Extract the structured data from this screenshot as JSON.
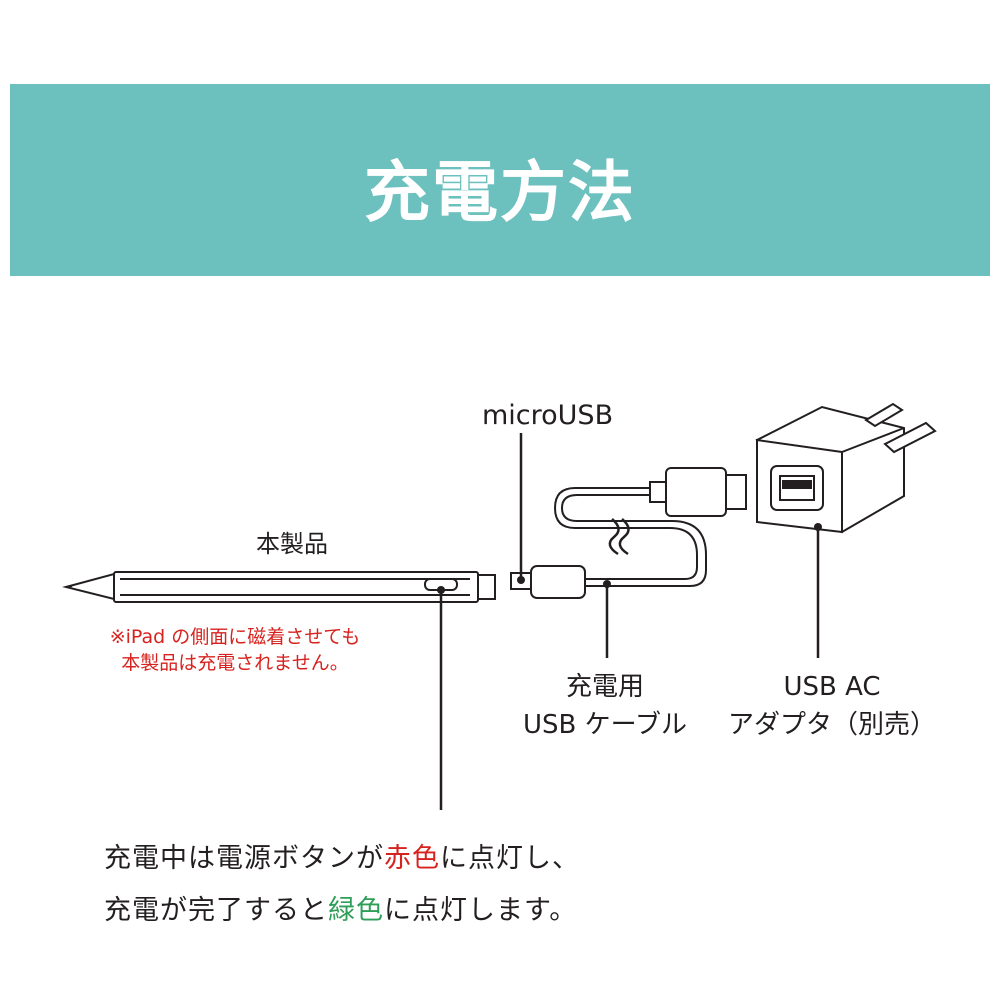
{
  "header": {
    "title": "充電方法"
  },
  "labels": {
    "product": "本製品",
    "micro_usb": "microUSB",
    "cable_line1": "充電用",
    "cable_line2": "USB ケーブル",
    "adapter_line1": "USB AC",
    "adapter_line2": "アダプタ（別売）"
  },
  "note": {
    "line1": "※iPad の側面に磁着させても",
    "line2": "本製品は充電されません。"
  },
  "description": {
    "line1_a": "充電中は電源ボタンが",
    "line1_red": "赤色",
    "line1_b": "に点灯し、",
    "line2_a": "充電が完了すると",
    "line2_green": "緑色",
    "line2_b": "に点灯します。"
  },
  "colors": {
    "banner": "#6cc1bf",
    "note": "#d7231f",
    "red_highlight": "#d7231f",
    "green_highlight": "#2f9e58",
    "stroke": "#231f20"
  }
}
